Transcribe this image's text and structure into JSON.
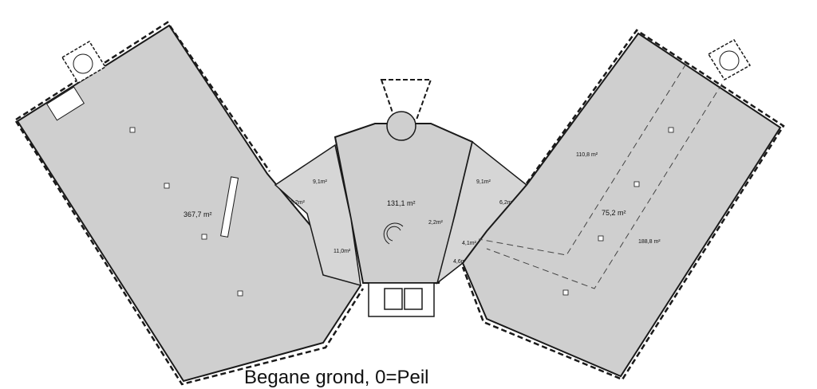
{
  "title": "Begane grond, 0=Peil",
  "rooms": {
    "left_wing": "367,7 m²",
    "central_hall": "131,1 m²",
    "right_top": "110,8 m²",
    "right_middle": "75,2 m²",
    "right_bottom": "188,8 m²",
    "left_toilet_a": "9,1m²",
    "left_toilet_b": "6,2m²",
    "left_store": "11,0m²",
    "right_toilet_a": "9,1m²",
    "right_toilet_b": "6,2m²",
    "right_small_a": "2,2m²",
    "right_small_b": "4,1m²",
    "right_small_c": "4,6m²"
  },
  "colors": {
    "floor": "#cfcfcf",
    "wall": "#1a1a1a",
    "background": "#ffffff"
  }
}
